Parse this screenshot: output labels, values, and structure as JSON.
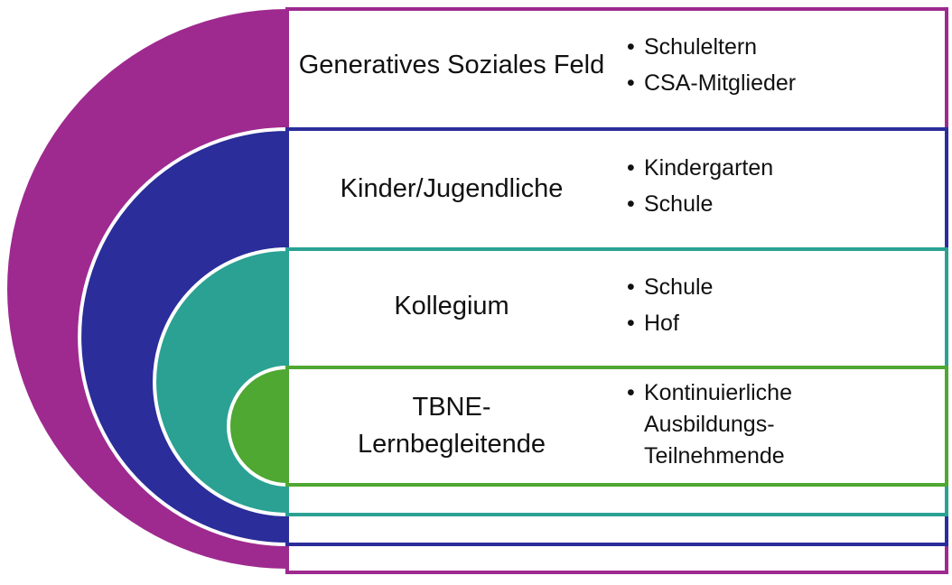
{
  "layers": [
    {
      "title": "Generatives Soziales Feld",
      "items": [
        "Schuleltern",
        "CSA-Mitglieder"
      ],
      "color": "#9e2a8f"
    },
    {
      "title": "Kinder/Jugendliche",
      "items": [
        "Kindergarten",
        "Schule"
      ],
      "color": "#2b2d9a"
    },
    {
      "title": "Kollegium",
      "items": [
        "Schule",
        "Hof"
      ],
      "color": "#2aa193"
    },
    {
      "title": "TBNE-\nLernbegleitende",
      "items": [
        "Kontinuierliche Ausbildungs-Teilnehmende"
      ],
      "color": "#4ea832"
    }
  ]
}
